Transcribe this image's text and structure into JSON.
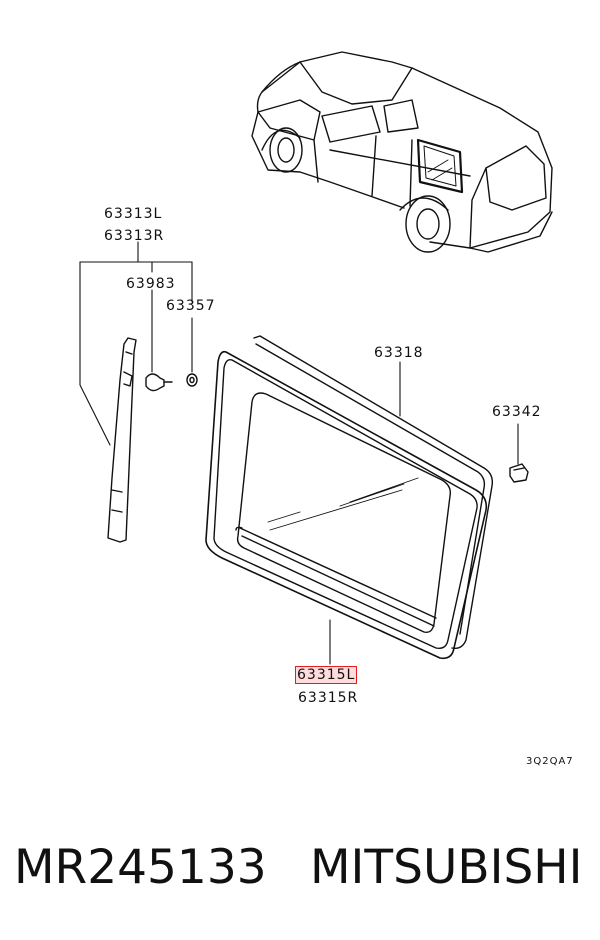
{
  "diagram": {
    "labels": {
      "p63313L": "63313L",
      "p63313R": "63313R",
      "p63983": "63983",
      "p63357": "63357",
      "p63318": "63318",
      "p63342": "63342",
      "p63315L": "63315L",
      "p63315R": "63315R",
      "ref_code": "3Q2QA7"
    },
    "highlight_color": "#e02020"
  },
  "footer": {
    "part_number": "MR245133",
    "brand": "MITSUBISHI"
  }
}
